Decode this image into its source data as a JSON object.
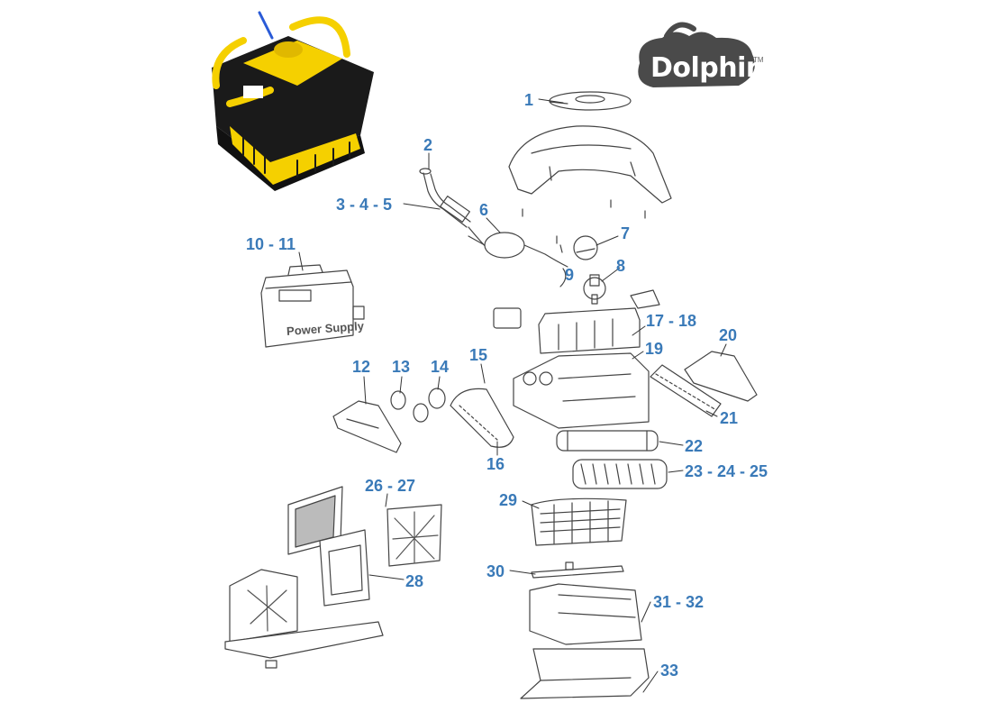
{
  "brand": {
    "name": "Dolphin",
    "trademark": "TM"
  },
  "power_supply_text": "Power Supply",
  "parts": [
    {
      "id": "p1",
      "label": "1"
    },
    {
      "id": "p2",
      "label": "2"
    },
    {
      "id": "p3",
      "label": "3 - 4 - 5"
    },
    {
      "id": "p6",
      "label": "6"
    },
    {
      "id": "p7",
      "label": "7"
    },
    {
      "id": "p8",
      "label": "8"
    },
    {
      "id": "p9",
      "label": "9"
    },
    {
      "id": "p10",
      "label": "10 - 11"
    },
    {
      "id": "p12",
      "label": "12"
    },
    {
      "id": "p13",
      "label": "13"
    },
    {
      "id": "p14",
      "label": "14"
    },
    {
      "id": "p15",
      "label": "15"
    },
    {
      "id": "p16",
      "label": "16"
    },
    {
      "id": "p17",
      "label": "17 - 18"
    },
    {
      "id": "p19",
      "label": "19"
    },
    {
      "id": "p20",
      "label": "20"
    },
    {
      "id": "p21",
      "label": "21"
    },
    {
      "id": "p22",
      "label": "22"
    },
    {
      "id": "p23",
      "label": "23 - 24 - 25"
    },
    {
      "id": "p26",
      "label": "26 - 27"
    },
    {
      "id": "p28",
      "label": "28"
    },
    {
      "id": "p29",
      "label": "29"
    },
    {
      "id": "p30",
      "label": "30"
    },
    {
      "id": "p31",
      "label": "31 - 32"
    },
    {
      "id": "p33",
      "label": "33"
    }
  ],
  "colors": {
    "label": "#3a7ab8",
    "robot_yellow": "#f5d000",
    "robot_black": "#1a1a1a",
    "line": "#444444"
  }
}
